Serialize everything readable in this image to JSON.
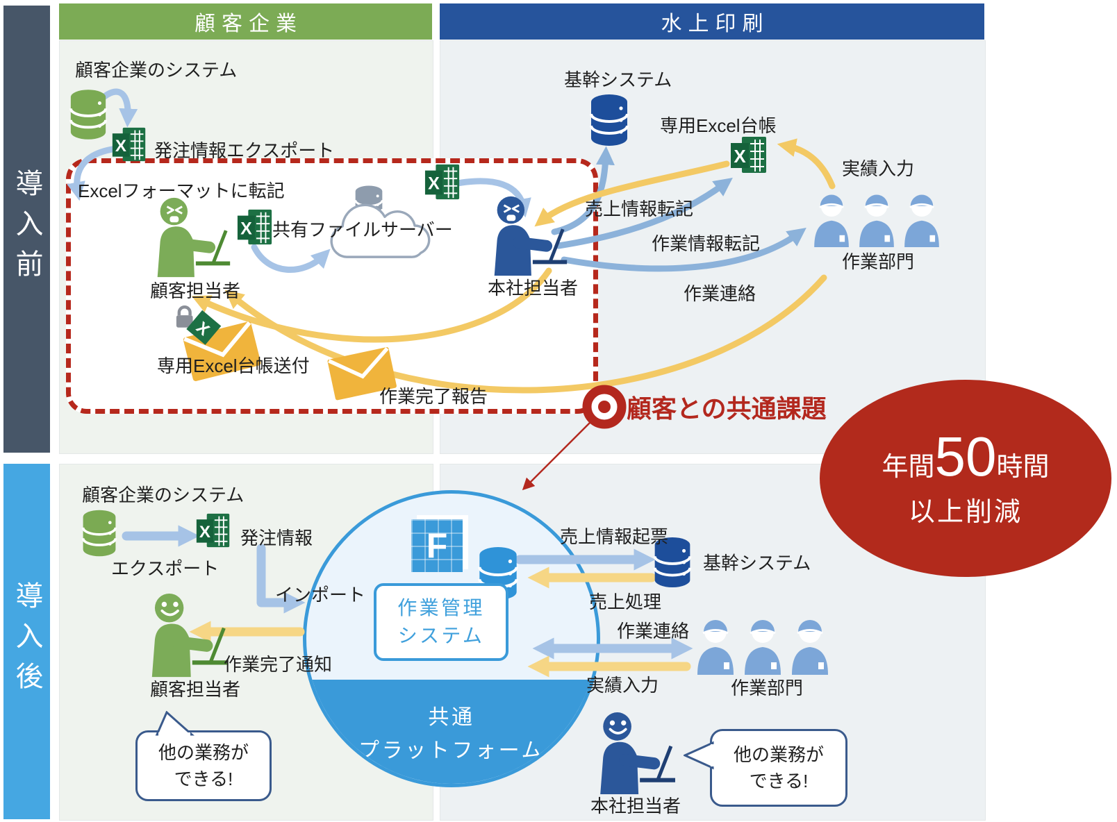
{
  "row_labels": {
    "before": "導入前",
    "after": "導入後"
  },
  "column_headers": {
    "customer": "顧客企業",
    "company": "水上印刷"
  },
  "before": {
    "customer_system": "顧客企業のシステム",
    "order_export": "発注情報エクスポート",
    "transcribe_to_excel": "Excelフォーマットに転記",
    "customer_rep": "顧客担当者",
    "shared_file_server": "共有ファイルサーバー",
    "hq_rep": "本社担当者",
    "ledger_send": "専用Excel台帳送付",
    "completion_report": "作業完了報告",
    "core_system": "基幹システム",
    "dedicated_ledger": "専用Excel台帳",
    "results_input": "実績入力",
    "sales_transcribe": "売上情報転記",
    "work_info_transcribe": "作業情報転記",
    "work_contact": "作業連絡",
    "work_department": "作業部門",
    "common_issue": "顧客との共通課題"
  },
  "after": {
    "customer_system": "顧客企業のシステム",
    "export_label": "エクスポート",
    "order_info": "発注情報",
    "import_label": "インポート",
    "completion_notice": "作業完了通知",
    "customer_rep": "顧客担当者",
    "speech_bubble": {
      "line1": "他の業務が",
      "line2": "できる!"
    },
    "wms": {
      "line1": "作業管理",
      "line2": "システム"
    },
    "platform": {
      "line1": "共通",
      "line2": "プラットフォーム"
    },
    "sales_entry": "売上情報起票",
    "core_system": "基幹システム",
    "sales_process": "売上処理",
    "work_contact": "作業連絡",
    "results_input": "実績入力",
    "work_department": "作業部門",
    "hq_rep": "本社担当者"
  },
  "highlight": {
    "annual": "年間",
    "number": "50",
    "hours": "時間",
    "line2": "以上削減"
  },
  "icons": {
    "excel_x": "X",
    "f_logo": "F"
  },
  "colors": {
    "accent_red": "#b3281e",
    "header_green": "#7cab55",
    "header_blue": "#26549c",
    "row_before": "#475668",
    "row_after": "#45a7e2",
    "platform_blue": "#3a9ad9",
    "person_green": "#7cac58",
    "person_blue": "#2b579a",
    "worker_blue": "#7ca6d8",
    "arrow_yellow": "#f3c964",
    "arrow_blue": "#a6c3e6"
  }
}
